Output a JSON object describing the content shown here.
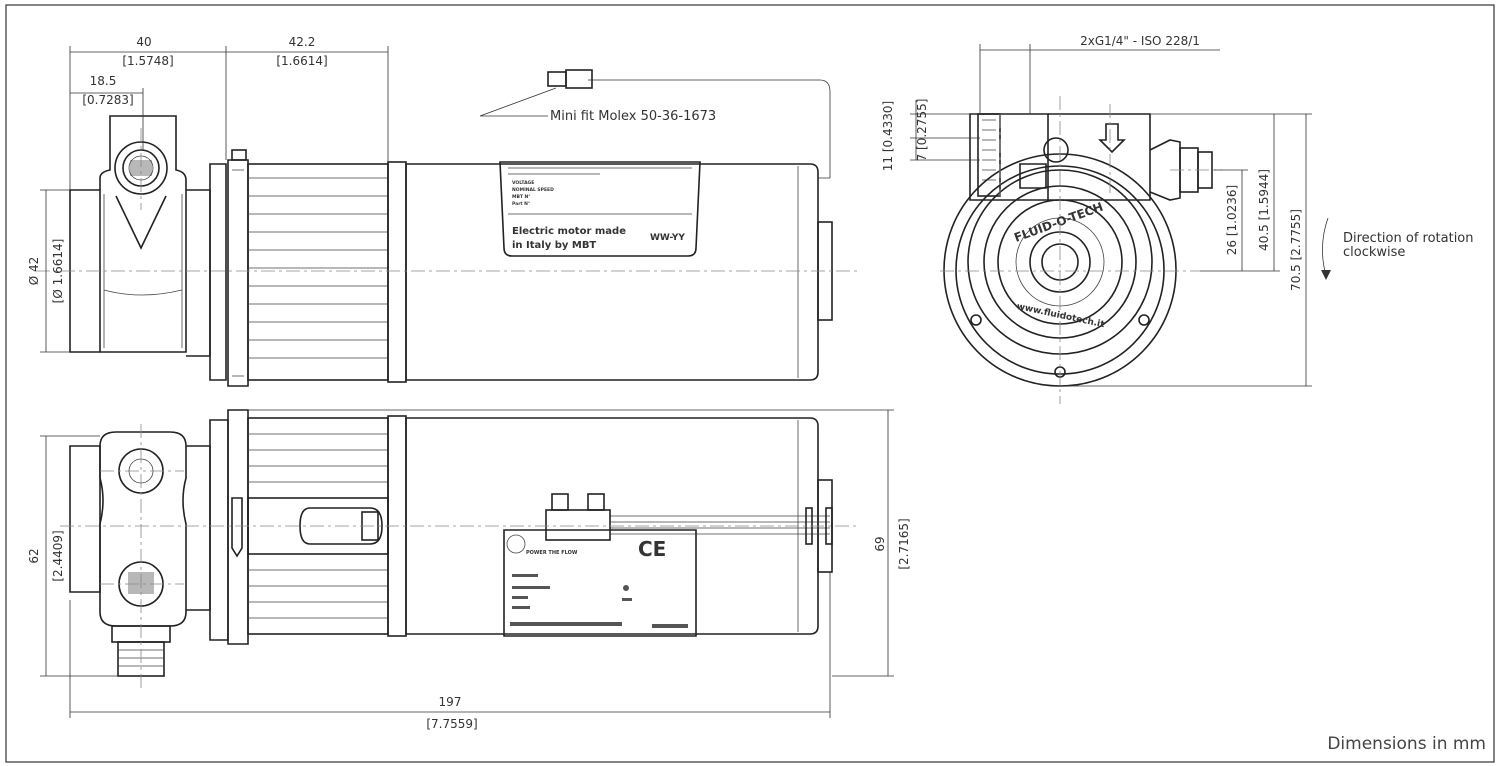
{
  "dimensions": {
    "top_width_40": "40",
    "top_width_40_in": "[1.5748]",
    "top_width_18_5": "18.5",
    "top_width_18_5_in": "[0.7283]",
    "top_width_42_2": "42.2",
    "top_width_42_2_in": "[1.6614]",
    "diameter_42": "Ø 42",
    "diameter_42_in": "[Ø 1.6614]",
    "height_62": "62",
    "height_62_in": "[2.4409]",
    "height_69": "69",
    "height_69_in": "[2.7165]",
    "length_197": "197",
    "length_197_in": "[7.7559]",
    "port_spec": "2xG1/4\" - ISO 228/1",
    "side_11": "11 [0.4330]",
    "side_7": "7 [0.2755]",
    "side_26": "26 [1.0236]",
    "side_40_5": "40.5 [1.5944]",
    "side_70_5": "70.5 [2.7755]"
  },
  "annotations": {
    "connector": "Mini fit Molex 50-36-1673",
    "rotation_line1": "Direction of rotation",
    "rotation_line2": "clockwise",
    "units_note": "Dimensions in mm"
  },
  "nameplate": {
    "made_line1": "Electric motor made",
    "made_line2": "in Italy by MBT",
    "date_code": "WW-YY",
    "tagline": "POWER THE FLOW",
    "ce_mark": "CE",
    "field_voltage": "VOLTAGE",
    "field_speed": "NOMINAL SPEED",
    "field_mbt": "MBT N°",
    "field_part": "Part N°"
  },
  "pump_face": {
    "brand": "FLUID-O-TECH",
    "website": "www.fluidotech.it"
  }
}
